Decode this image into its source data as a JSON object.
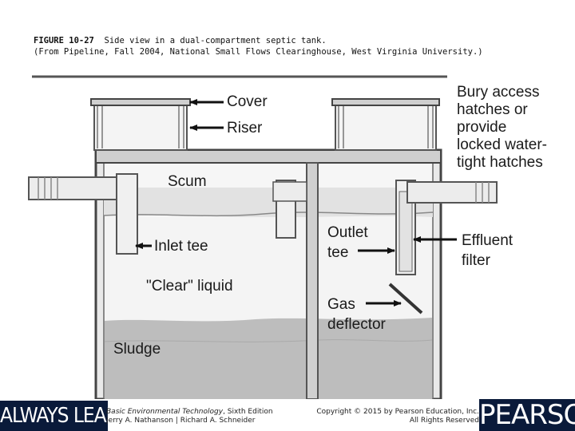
{
  "caption": {
    "figure_number": "FIGURE 10-27",
    "title": "Side view in a dual-compartment septic tank.",
    "source": "(From Pipeline, Fall 2004, National Small Flows Clearinghouse, West Virginia University.)"
  },
  "labels": {
    "cover": "Cover",
    "riser": "Riser",
    "bury_1": "Bury access",
    "bury_2": "hatches or",
    "bury_3": "provide",
    "bury_4": "locked water-",
    "bury_5": "tight hatches",
    "scum": "Scum",
    "inlet_tee": "Inlet tee",
    "clear_liquid": "\"Clear\" liquid",
    "sludge": "Sludge",
    "outlet_1": "Outlet",
    "outlet_2": "tee",
    "effluent_1": "Effluent",
    "effluent_2": "filter",
    "gas_1": "Gas",
    "gas_2": "deflector"
  },
  "footer": {
    "brand_left": "ALWAYS LEARNING",
    "book_title": "Basic Environmental Technology",
    "book_edition": ", Sixth Edition",
    "authors": "Jerry A. Nathanson | Richard A. Schneider",
    "copyright": "Copyright © 2015 by Pearson Education, Inc.",
    "rights": "All Rights Reserved",
    "brand_right": "PEARSON"
  }
}
